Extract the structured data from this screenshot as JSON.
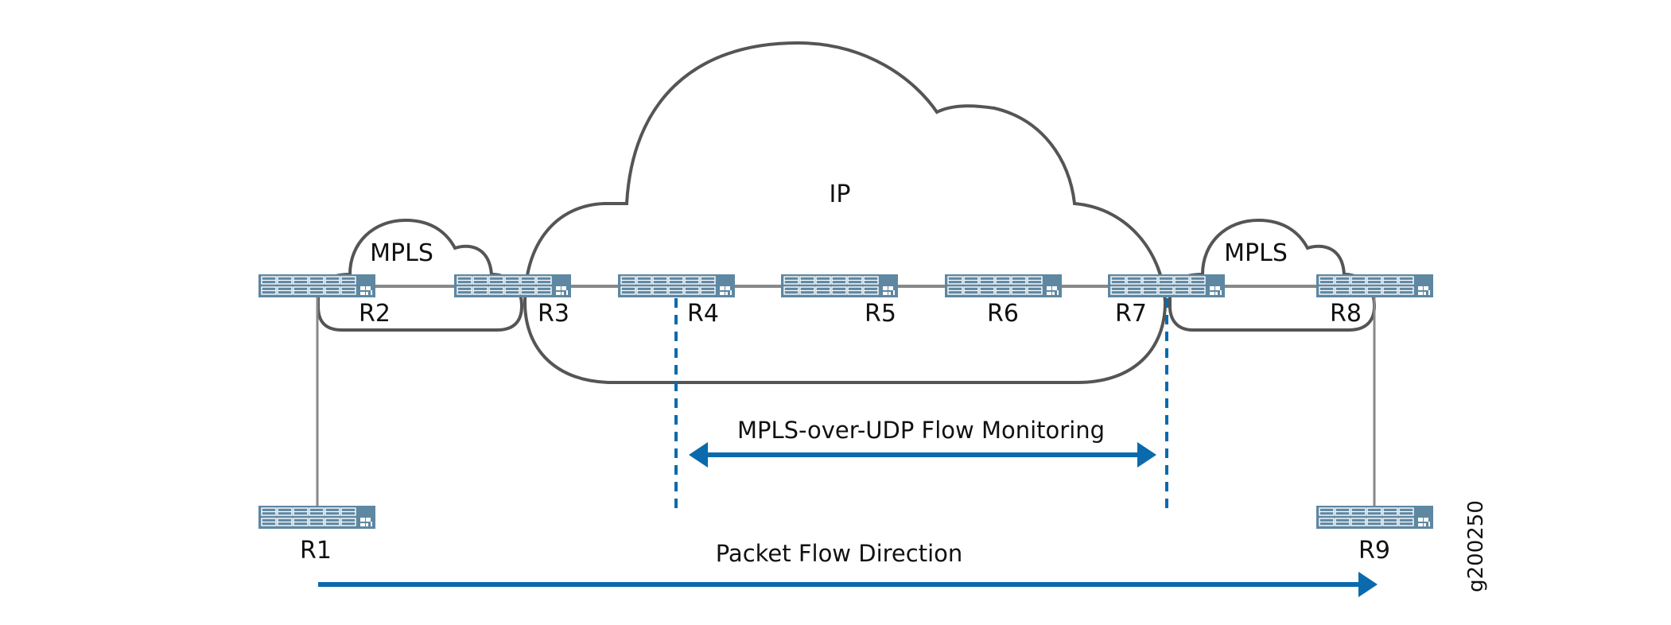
{
  "diagram": {
    "clouds": [
      {
        "id": "ip",
        "label": "IP"
      },
      {
        "id": "mpls-left",
        "label": "MPLS"
      },
      {
        "id": "mpls-right",
        "label": "MPLS"
      }
    ],
    "routers": [
      {
        "id": "R1",
        "label": "R1"
      },
      {
        "id": "R2",
        "label": "R2"
      },
      {
        "id": "R3",
        "label": "R3"
      },
      {
        "id": "R4",
        "label": "R4"
      },
      {
        "id": "R5",
        "label": "R5"
      },
      {
        "id": "R6",
        "label": "R6"
      },
      {
        "id": "R7",
        "label": "R7"
      },
      {
        "id": "R8",
        "label": "R8"
      },
      {
        "id": "R9",
        "label": "R9"
      }
    ],
    "links": [
      [
        "R1",
        "R2"
      ],
      [
        "R2",
        "R3"
      ],
      [
        "R3",
        "R4"
      ],
      [
        "R4",
        "R5"
      ],
      [
        "R5",
        "R6"
      ],
      [
        "R6",
        "R7"
      ],
      [
        "R7",
        "R8"
      ],
      [
        "R8",
        "R9"
      ]
    ],
    "monitoring": {
      "label": "MPLS-over-UDP Flow Monitoring",
      "from": "R4",
      "to": "R7",
      "direction": "bidirectional"
    },
    "packet_flow": {
      "label": "Packet Flow Direction",
      "from": "R1",
      "to": "R9"
    },
    "figure_id": "g200250",
    "colors": {
      "accent_blue": "#0a6aad",
      "switch_fill": "#5e87a2",
      "cloud_stroke": "#555555",
      "link_gray": "#888888"
    }
  }
}
